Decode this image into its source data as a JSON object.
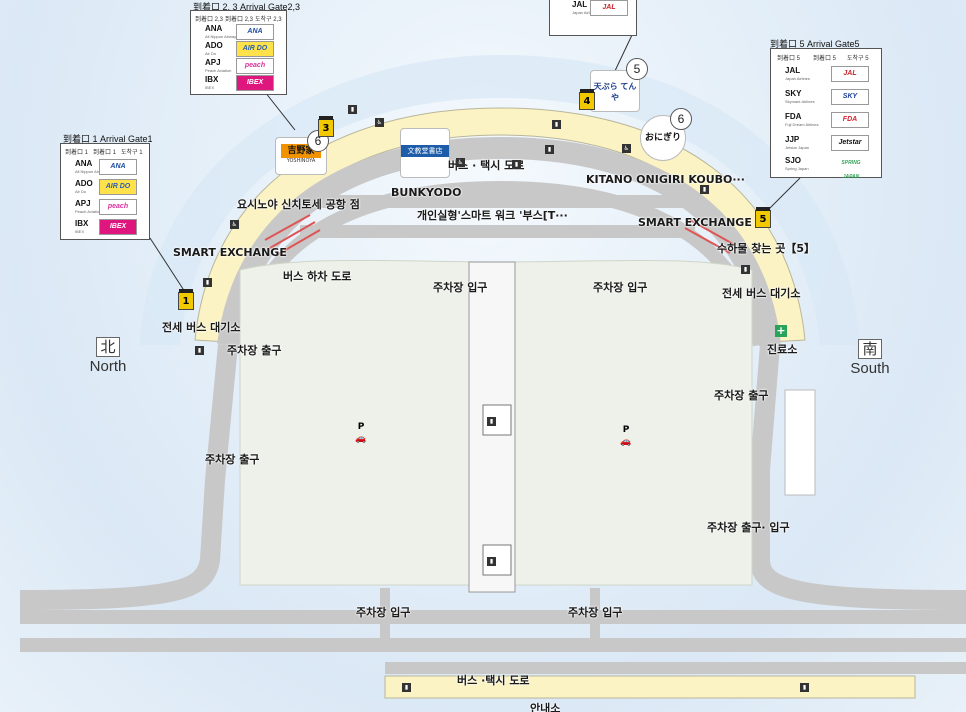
{
  "labels": {
    "bus_taxi_road": "버스 · 택시 도로",
    "bunkyodo": "BUNKYODO",
    "smart_work": "개인실형'스마트 워크 '부스[T···",
    "yoshinoya": "요시노야 신치토세 공항 점",
    "smart_exchange_left": "SMART EXCHANGE",
    "smart_exchange_right": "SMART EXCHANGE",
    "kitano": "KITANO ONIGIRI KOUBO···",
    "baggage_claim": "수하물 찾는 곳【5】",
    "bus_dropoff": "버스 하차 도로",
    "parking_entry_left": "주차장 입구",
    "parking_entry_right": "주차장 입구",
    "bus_wait_left": "전세 버스 대기소",
    "bus_wait_right": "전세 버스 대기소",
    "parking_exit_left1": "주차장 출구",
    "parking_exit_left2": "주차장 출구",
    "parking_exit_right": "주차장 출구",
    "first_aid": "진료소",
    "parking_exit_entry": "주차장 출구· 입구",
    "parking_entry_bottom_left": "주차장 입구",
    "parking_entry_bottom_right": "주차장 입구",
    "bus_taxi_road_bottom": "버스 ·택시 도로",
    "info_desk": "안내소"
  },
  "directions": {
    "north_kanji": "北",
    "north": "North",
    "south_kanji": "南",
    "south": "South"
  },
  "gates": {
    "g1": "1",
    "g3": "3",
    "g4": "4",
    "g5": "5"
  },
  "badges": {
    "yoshinoya_num": "6",
    "tenten_num": "5",
    "kitano_num": "6"
  },
  "shops": {
    "yoshinoya_logo": "吉野家",
    "yoshinoya_sub": "YOSHINOYA",
    "bunkyodo_logo": "文教堂書店",
    "tenten_logo": "天ぷら てんや",
    "kitano_logo": "おにぎり"
  },
  "panel_gate1": {
    "title": "到着口 1   Arrival Gate1",
    "cols": [
      "到着口 1",
      "到着口 1",
      "도착구 1"
    ],
    "rows": [
      {
        "code": "ANA",
        "name": "All Nippon Airways",
        "logo": "ANA"
      },
      {
        "code": "ADO",
        "name": "Air Do",
        "logo": "AIR DO"
      },
      {
        "code": "APJ",
        "name": "Peach Aviation",
        "logo": "peach"
      },
      {
        "code": "IBX",
        "name": "IBEX",
        "logo": "IBEX"
      }
    ]
  },
  "panel_gate23": {
    "title": "到着口 2, 3    Arrival Gate2,3",
    "cols": [
      "到着口 2,3",
      "到着口 2,3",
      "도착구 2,3"
    ],
    "rows": [
      {
        "code": "ANA",
        "name": "All Nippon Airways",
        "logo": "ANA"
      },
      {
        "code": "ADO",
        "name": "Air Do",
        "logo": "AIR DO"
      },
      {
        "code": "APJ",
        "name": "Peach Aviation",
        "logo": "peach"
      },
      {
        "code": "IBX",
        "name": "IBEX",
        "logo": "IBEX"
      }
    ]
  },
  "panel_gate4": {
    "rows": [
      {
        "code": "JAL",
        "name": "Japan Airlines",
        "logo": "JAL"
      }
    ]
  },
  "panel_gate5": {
    "title": "到着口 5    Arrival Gate5",
    "cols": [
      "到着口 5",
      "到着口 5",
      "도착구 5"
    ],
    "rows": [
      {
        "code": "JAL",
        "name": "Japan Airlines",
        "logo": "JAL"
      },
      {
        "code": "SKY",
        "name": "Skymark Airlines",
        "logo": "SKY"
      },
      {
        "code": "FDA",
        "name": "Fuji Dream Airlines",
        "logo": "FDA"
      },
      {
        "code": "JJP",
        "name": "Jetstar Japan",
        "logo": "Jetstar"
      },
      {
        "code": "SJO",
        "name": "Spring Japan",
        "logo": "SPRING JAPAN"
      }
    ]
  },
  "colors": {
    "terminal": "#fbf3c3",
    "road": "#c8c8c8",
    "lot": "#eef1ea",
    "accent_red": "#c8242b",
    "gate_yellow": "#f2c800"
  }
}
